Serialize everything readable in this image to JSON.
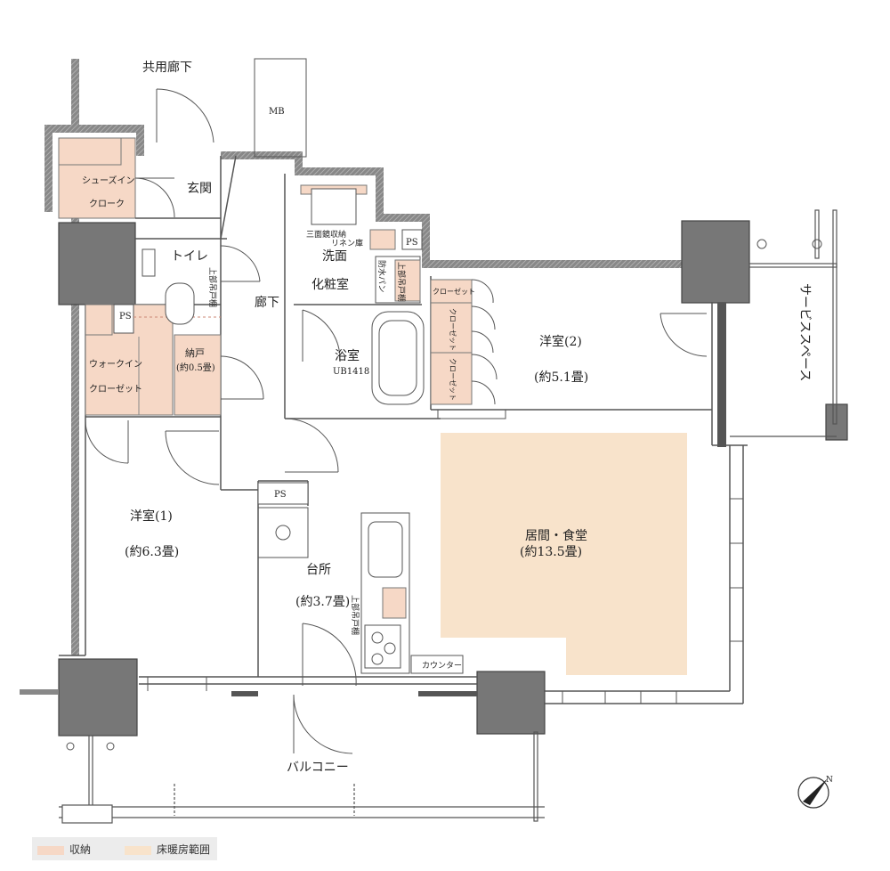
{
  "labels": {
    "corridor_common": "共用廊下",
    "mb": "MB",
    "shoes_in_1": "シューズイン",
    "shoes_in_2": "クローク",
    "entrance": "玄関",
    "toilet": "トイレ",
    "upper_shelf_toilet": "上部吊戸棚",
    "ps_toilet": "PS",
    "walkin_1": "ウォークイン",
    "walkin_2": "クローゼット",
    "nando_1": "納戸",
    "nando_2": "(約0.5畳)",
    "hallway": "廊下",
    "three_sided_mirror": "三面鏡収納",
    "linen_closet": "リネン庫",
    "washroom": "洗面",
    "powder_room": "化粧室",
    "waterproof_pan": "防水パン",
    "upper_shelf_wash": "上部吊戸棚",
    "ps_wash": "PS",
    "bath": "浴室",
    "bath_unit": "UB1418",
    "closet": "クローゼット",
    "room2": "洋室(2)",
    "room2_size": "(約5.1畳)",
    "service_space": "サービススペース",
    "living": "居間・食堂",
    "living_size": "(約13.5畳)",
    "ps_kitchen": "PS",
    "room1": "洋室(1)",
    "room1_size": "(約6.3畳)",
    "kitchen": "台所",
    "kitchen_size": "(約3.7畳)",
    "upper_shelf_kitchen": "上部吊戸棚",
    "counter": "カウンター",
    "balcony": "バルコニー",
    "north": "N"
  },
  "legend": {
    "storage": "収納",
    "floor_heating": "床暖房範囲"
  },
  "colors": {
    "storage": "#f6d8c6",
    "floor_heating": "#f8e3cb",
    "wall": "#6a6a6a",
    "column": "#777777"
  }
}
